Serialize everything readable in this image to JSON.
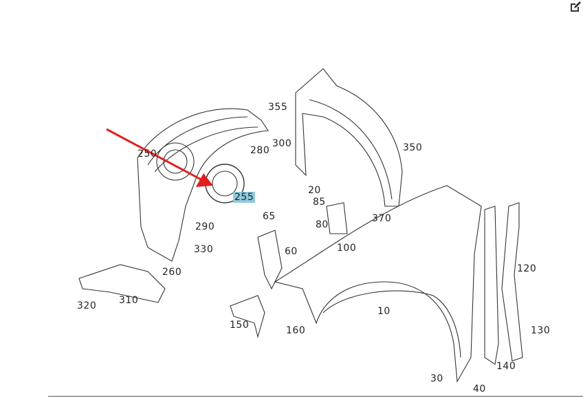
{
  "diagram": {
    "highlighted_part": "255",
    "arrow_color": "#e02020",
    "highlight_color": "#8ecbdc",
    "labels": [
      "355",
      "300",
      "280",
      "350",
      "250",
      "255",
      "20",
      "85",
      "80",
      "65",
      "290",
      "370",
      "100",
      "60",
      "330",
      "120",
      "260",
      "320",
      "310",
      "150",
      "10",
      "160",
      "130",
      "140",
      "30",
      "40"
    ]
  },
  "toolbar": {
    "edit_icon": "edit-icon"
  }
}
